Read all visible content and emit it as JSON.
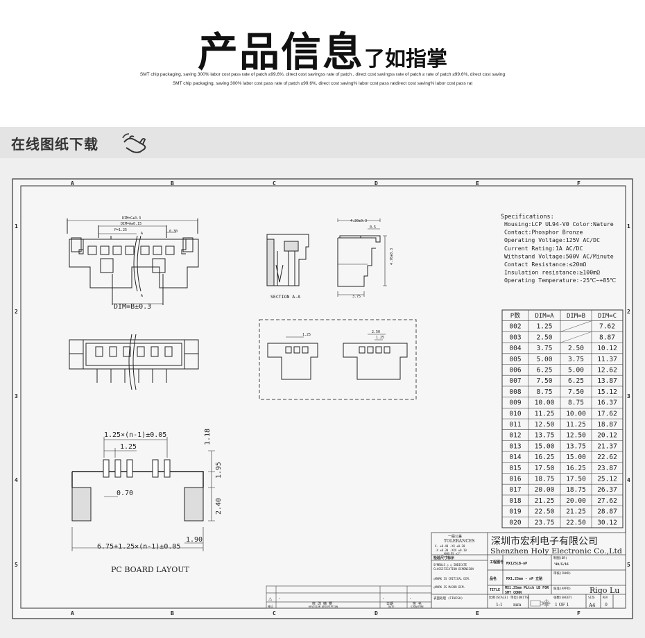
{
  "header": {
    "title_large": "产品信息",
    "title_small": "了如指掌",
    "subtitle_line1": "SMT chip packaging, saving 300% labor cost   pass rate of patch ≥99.6%, direct cost savingss rate of patch  , direct cost savingss rate of patch ≥ rate of patch ≥99.6%, direct cost saving",
    "subtitle_line2": "SMT chip packaging, saving 300% labor cost   pass rate of patch ≥99.6%, direct cost saving% labor cost   pass ratdirect cost saving% labor cost   pass rat"
  },
  "section": {
    "title": "在线图纸下载",
    "icon": "hand-pointer-icon"
  },
  "drawing": {
    "column_labels": [
      "A",
      "B",
      "C",
      "D",
      "E",
      "F"
    ],
    "row_labels": [
      "1",
      "2",
      "3",
      "4",
      "5"
    ],
    "front_view": {
      "dim_c": "DIM=C±0.3",
      "dim_a": "DIM=A±0.15",
      "pitch": "P=1.25",
      "w": "0.30",
      "section_mark": "A",
      "dim_b": "DIM=B±0.3"
    },
    "section_label": "SECTION A-A",
    "side_view": {
      "width": "4.20±0.3",
      "tab": "0.5",
      "height": "4.70±0.3",
      "depth": "3.75"
    },
    "detail_dims": {
      "left": "1.25",
      "right_top": "2.50",
      "right_inner": "1.25"
    },
    "pcb": {
      "pitch_total": "1.25×(n-1)±0.05",
      "pitch": "1.25",
      "pad_w": "0.70",
      "d1": "1.18",
      "d2": "1.95",
      "d3": "2.40",
      "overall": "6.75+1.25×(n-1)±0.05",
      "side": "1.90",
      "label": "PC BOARD LAYOUT"
    },
    "specs": {
      "heading": "Specifications:",
      "lines": [
        "Housing:LCP UL94-V0 Color:Nature",
        "Contact:Phosphor Bronze",
        "Operating Voltage:125V AC/DC",
        "Current Rating:1A AC/DC",
        "Withstand Voltage:500V AC/Minute",
        "Contact Resistance:≤20mΩ",
        "Insulation resistance:≥100mΩ",
        "Operating Temperature:-25℃~+85℃"
      ]
    },
    "dim_table": {
      "headers": [
        "P数",
        "DIM=A",
        "DIM=B",
        "DIM=C"
      ],
      "rows": [
        [
          "002",
          "1.25",
          "",
          "7.62"
        ],
        [
          "003",
          "2.50",
          "",
          "8.87"
        ],
        [
          "004",
          "3.75",
          "2.50",
          "10.12"
        ],
        [
          "005",
          "5.00",
          "3.75",
          "11.37"
        ],
        [
          "006",
          "6.25",
          "5.00",
          "12.62"
        ],
        [
          "007",
          "7.50",
          "6.25",
          "13.87"
        ],
        [
          "008",
          "8.75",
          "7.50",
          "15.12"
        ],
        [
          "009",
          "10.00",
          "8.75",
          "16.37"
        ],
        [
          "010",
          "11.25",
          "10.00",
          "17.62"
        ],
        [
          "011",
          "12.50",
          "11.25",
          "18.87"
        ],
        [
          "012",
          "13.75",
          "12.50",
          "20.12"
        ],
        [
          "013",
          "15.00",
          "13.75",
          "21.37"
        ],
        [
          "014",
          "16.25",
          "15.00",
          "22.62"
        ],
        [
          "015",
          "17.50",
          "16.25",
          "23.87"
        ],
        [
          "016",
          "18.75",
          "17.50",
          "25.12"
        ],
        [
          "017",
          "20.00",
          "18.75",
          "26.37"
        ],
        [
          "018",
          "21.25",
          "20.00",
          "27.62"
        ],
        [
          "019",
          "22.50",
          "21.25",
          "28.87"
        ],
        [
          "020",
          "23.75",
          "22.50",
          "30.12"
        ]
      ]
    },
    "title_block": {
      "tol_title_cn": "一般公差",
      "tol_title": "TOLERANCES",
      "tol_l1": "X. ±0.40   .XX ±0.20",
      "tol_l2": ".X ±0.30  .XXX ±0.10",
      "tol_l3": "ANGLES    ±2°",
      "inspect_cn": "检验尺寸标示",
      "symbols": "SYMBOLS ◎ ◎ INDICATE",
      "classification": "CLASSIFICATION DIMENSION",
      "critical": "◎MARK IS CRITICAL DIM.",
      "major": "◎MARK IS MAJOR DIM.",
      "finish": "表面处理 (FINISH)",
      "company_cn": "深圳市宏利电子有限公司",
      "company_en": "Shenzhen Holy Electronic Co.,Ltd",
      "part_no_label": "工程图号",
      "part_no": "MX125LB-nP",
      "name_label": "品名",
      "name": "MX1.25mm - nP 立贴",
      "title_label": "TITLE",
      "title_l1": "MX1.25mm Pitch LB FOR",
      "title_l2": "SMT  CONN",
      "scale_label": "比例(SCALE)",
      "scale": "1:1",
      "units_label": "单位(UNITS)",
      "units": "mm",
      "drawn_label": "制图(DR)",
      "drawn_date": "'08/5/16",
      "checked_label": "审核(CHKD)",
      "approved_label": "核准(APPD)",
      "approved_by": "Rigo Lu",
      "sheet_label": "张数(SHEET)",
      "sheet": "1 OF 1",
      "size_label": "SIZE",
      "size": "A4",
      "rev_label": "REV",
      "rev": "0"
    },
    "revision_block": {
      "rev_label": "修订",
      "desc_label": "修 改 摘 要",
      "desc_en": "REVISION DESCRIPTION",
      "date_label": "日期",
      "date_en": "DATE",
      "sign_label": "签 名",
      "sign_en": "SIGNATURE",
      "row_dash1": "-",
      "row_dash2": "-",
      "row_dash3": "-"
    }
  }
}
